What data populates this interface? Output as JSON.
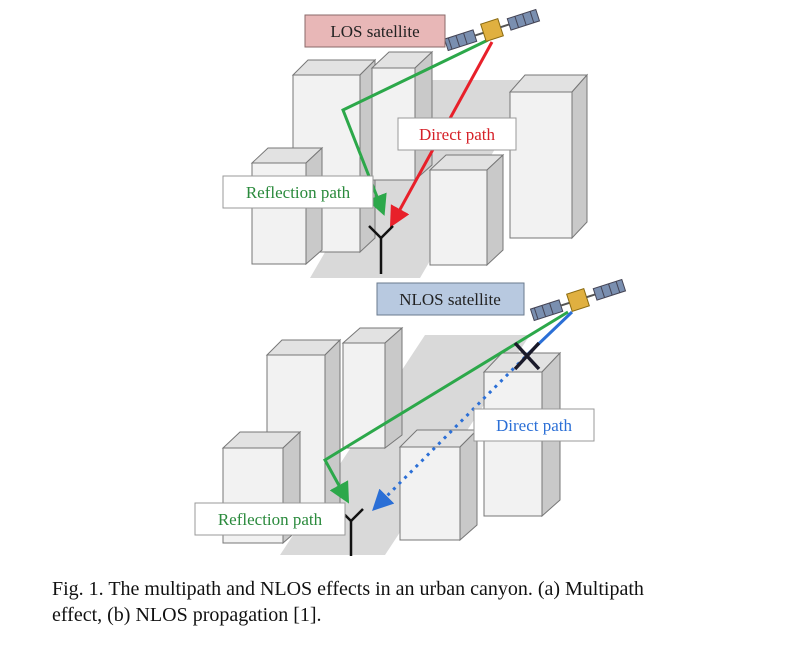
{
  "panel_top": {
    "satellite_label": "LOS satellite",
    "direct_label": "Direct path",
    "reflection_label": "Reflection path"
  },
  "panel_bottom": {
    "satellite_label": "NLOS satellite",
    "direct_label": "Direct path",
    "reflection_label": "Reflection path"
  },
  "caption": {
    "line1": "Fig. 1.  The multipath and NLOS effects in an urban canyon. (a) Multipath",
    "line2": "effect, (b) NLOS propagation [1]."
  },
  "colors": {
    "los_label_bg": "#e8b7b7",
    "nlos_label_bg": "#b8c9e0",
    "direct_los": "#e8202a",
    "reflection": "#2ca84a",
    "direct_nlos": "#2b6fd6",
    "building_front": "#f2f2f2",
    "building_side": "#c9c9c9",
    "building_top": "#e2e2e2",
    "ground": "#d9d9d9"
  },
  "icons": {
    "satellite": "satellite-icon",
    "antenna": "antenna-icon",
    "block": "cross-mark-icon"
  }
}
